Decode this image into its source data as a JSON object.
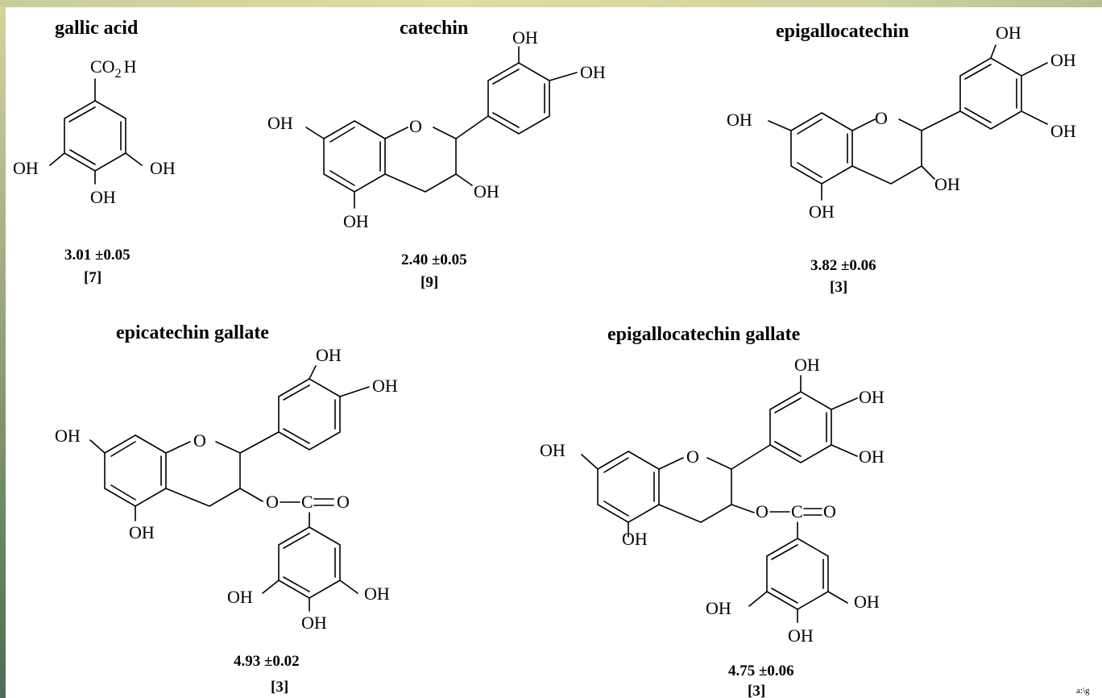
{
  "compounds": [
    {
      "name": "gallic acid",
      "value": "3.01  ±0.05",
      "ref": "[7]"
    },
    {
      "name": "catechin",
      "value": "2.40  ±0.05",
      "ref": "[9]"
    },
    {
      "name": "epigallocatechin",
      "value": "3.82  ±0.06",
      "ref": "[3]"
    },
    {
      "name": "epicatechin gallate",
      "value": "4.93  ±0.02",
      "ref": "[3]"
    },
    {
      "name": "epigallocatechin gallate",
      "value": "4.75  ±0.06",
      "ref": "[3]"
    }
  ],
  "labels": {
    "oh": "OH",
    "o": "O",
    "co2h": "CO",
    "co2h_sub": "2",
    "co2h_h": "H",
    "c": "C"
  },
  "corner_mark": "a:\\g"
}
